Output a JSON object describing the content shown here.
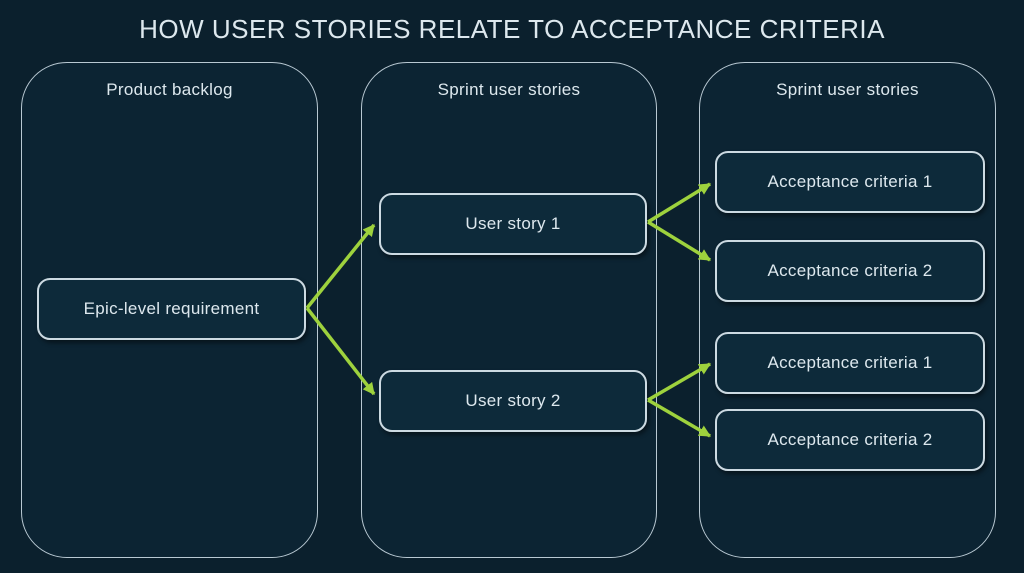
{
  "title": "HOW USER STORIES RELATE TO ACCEPTANCE CRITERIA",
  "colors": {
    "background": "#0b202d",
    "column_fill": "#0c2433",
    "column_border": "#b9c9d3",
    "node_fill": "#0d2a3a",
    "node_border": "#ccdae2",
    "text": "#dde8ee",
    "arrow": "#9ed23d"
  },
  "columns": [
    {
      "id": "product-backlog",
      "title": "Product backlog",
      "nodes": [
        {
          "id": "epic",
          "label": "Epic-level requirement"
        }
      ]
    },
    {
      "id": "sprint-user-stories",
      "title": "Sprint user stories",
      "nodes": [
        {
          "id": "us1",
          "label": "User story 1"
        },
        {
          "id": "us2",
          "label": "User story 2"
        }
      ]
    },
    {
      "id": "acceptance-criteria",
      "title": "Sprint user stories",
      "nodes": [
        {
          "id": "ac1-top",
          "label": "Acceptance criteria 1"
        },
        {
          "id": "ac2-top",
          "label": "Acceptance criteria 2"
        },
        {
          "id": "ac1-bottom",
          "label": "Acceptance criteria 1"
        },
        {
          "id": "ac2-bottom",
          "label": "Acceptance criteria 2"
        }
      ]
    }
  ],
  "connections": [
    {
      "from": "epic",
      "to": "us1"
    },
    {
      "from": "epic",
      "to": "us2"
    },
    {
      "from": "us1",
      "to": "ac1-top"
    },
    {
      "from": "us1",
      "to": "ac2-top"
    },
    {
      "from": "us2",
      "to": "ac1-bottom"
    },
    {
      "from": "us2",
      "to": "ac2-bottom"
    }
  ]
}
